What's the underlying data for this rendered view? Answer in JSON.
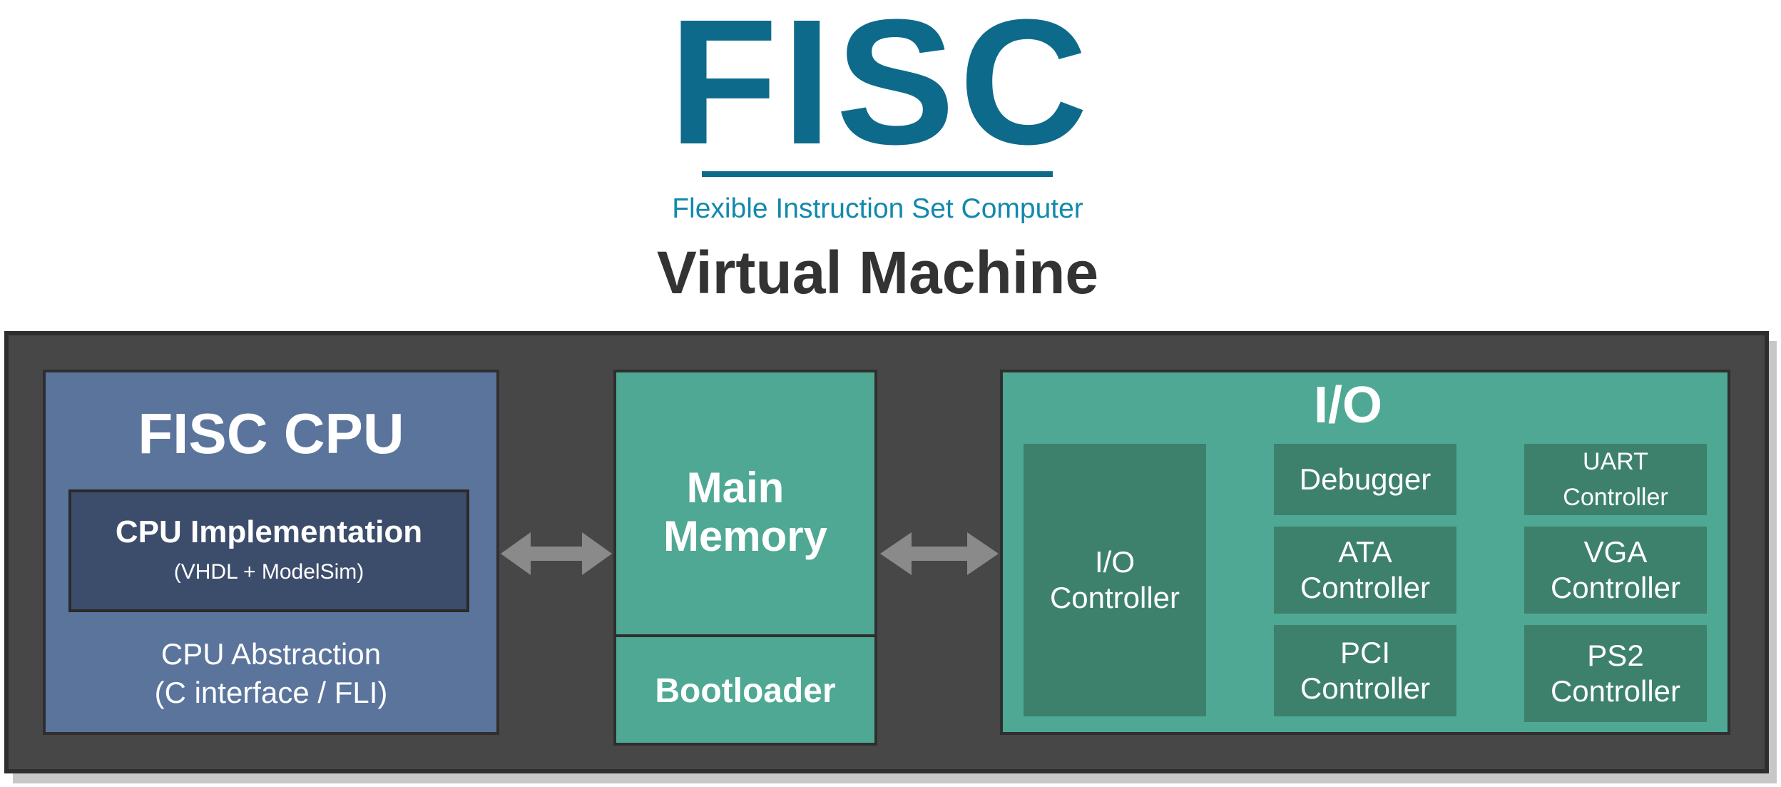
{
  "header": {
    "logo_text": "FISC",
    "subtitle": "Flexible Instruction Set Computer",
    "title": "Virtual Machine"
  },
  "cpu": {
    "title": "FISC CPU",
    "implementation_title": "CPU Implementation",
    "implementation_sub": "(VHDL + ModelSim)",
    "abstraction_line1": "CPU Abstraction",
    "abstraction_line2": "(C interface / FLI)"
  },
  "memory": {
    "label_line1": "Main",
    "label_line2": "Memory",
    "bootloader": "Bootloader"
  },
  "io": {
    "title": "I/O",
    "io_controller_line1": "I/O",
    "io_controller_line2": "Controller",
    "debugger": "Debugger",
    "ata_line1": "ATA",
    "ata_line2": "Controller",
    "pci_line1": "PCI",
    "pci_line2": "Controller",
    "uart_line1": "UART",
    "uart_line2": "Controller",
    "vga_line1": "VGA",
    "vga_line2": "Controller",
    "ps2_line1": "PS2",
    "ps2_line2": "Controller"
  },
  "colors": {
    "logo": "#0e6a8a",
    "subtitle": "#1289ad",
    "title": "#333333",
    "vm_background": "#474747",
    "cpu_block": "#5a749c",
    "cpu_impl_block": "#3c4d6b",
    "teal_block": "#4fa893",
    "dark_teal_block": "#3d816d",
    "arrow": "#8a8a8a"
  },
  "icons": {
    "cpu_memory_link": "double-arrow-icon",
    "memory_io_link": "double-arrow-icon"
  }
}
